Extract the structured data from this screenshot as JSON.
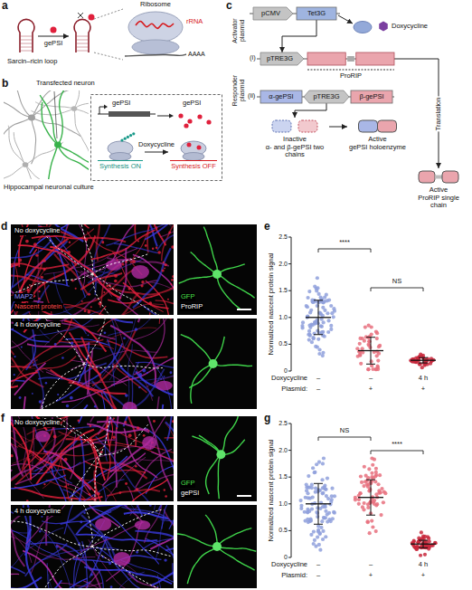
{
  "diagram": {
    "nodes": [
      {
        "text": [
          "gePSI",
          "gePSI"
        ]
      },
      {
        "text": [
          "Synthesis ON"
        ],
        "in": 0
      },
      {
        "text": [
          "Synthesis OFF"
        ],
        "in": 0
      },
      {
        "text": [
          "pCMV"
        ]
      },
      {
        "text": [
          "Tet3G"
        ]
      },
      {
        "text": [
          "Doxycycline"
        ]
      },
      {
        "text": [
          "pTRE3G"
        ]
      },
      {
        "text": [
          "ProRIP"
        ]
      },
      {
        "text": [
          "α-gePSI"
        ]
      },
      {
        "text": [
          "pTRE3G"
        ]
      },
      {
        "text": [
          "β-gePSI"
        ]
      },
      {
        "text": [
          "Inactive",
          "α- and β-gePSI two chains"
        ]
      },
      {
        "text": [
          "Active",
          "gePSI holoenzyme"
        ]
      },
      {
        "text": [
          "Active",
          "ProRIP single chain"
        ]
      }
    ],
    "edges": [
      {
        "from": 1,
        "to": 2,
        "label": "Doxycycline",
        "arrow": "to"
      },
      {
        "from": 4,
        "to": 6,
        "arrow": "to"
      },
      {
        "from": 7,
        "to": 13,
        "label": "Translation",
        "arrow": "to"
      },
      {
        "from": 9,
        "to": 11,
        "arrow": "to"
      },
      {
        "from": 11,
        "to": 12,
        "arrow": "to"
      }
    ],
    "labels": [
      "a",
      "gePSI",
      "Sarcin–ricin loop",
      "Ribosome",
      "rRNA",
      "AAAA",
      "b",
      "Transfected neuron",
      "Hippocampal neuronal culture",
      "c",
      "Activator plasmid",
      "Responder plasmid",
      "(i)",
      "(ii)",
      "d",
      "No doxycycline",
      "MAP2",
      "Nascent protein",
      "GFP",
      "ProRIP",
      "4 h doxycycline",
      "e",
      "Normalized nascent protein signal",
      "0",
      "0.5",
      "1.0",
      "1.5",
      "2.0",
      "2.5",
      "****",
      "NS",
      "Doxycycline",
      "Plasmid:",
      "–",
      "–",
      "4 h",
      "–",
      "+",
      "+",
      "f",
      "No doxycycline",
      "GFP",
      "gePSI",
      "4 h doxycycline",
      "g",
      "Normalized nascent protein signal",
      "0",
      "0.5",
      "1.0",
      "1.5",
      "2.0",
      "2.5",
      "NS",
      "****",
      "Doxycycline",
      "Plasmid:",
      "–",
      "–",
      "4 h",
      "–",
      "+",
      "+"
    ]
  }
}
